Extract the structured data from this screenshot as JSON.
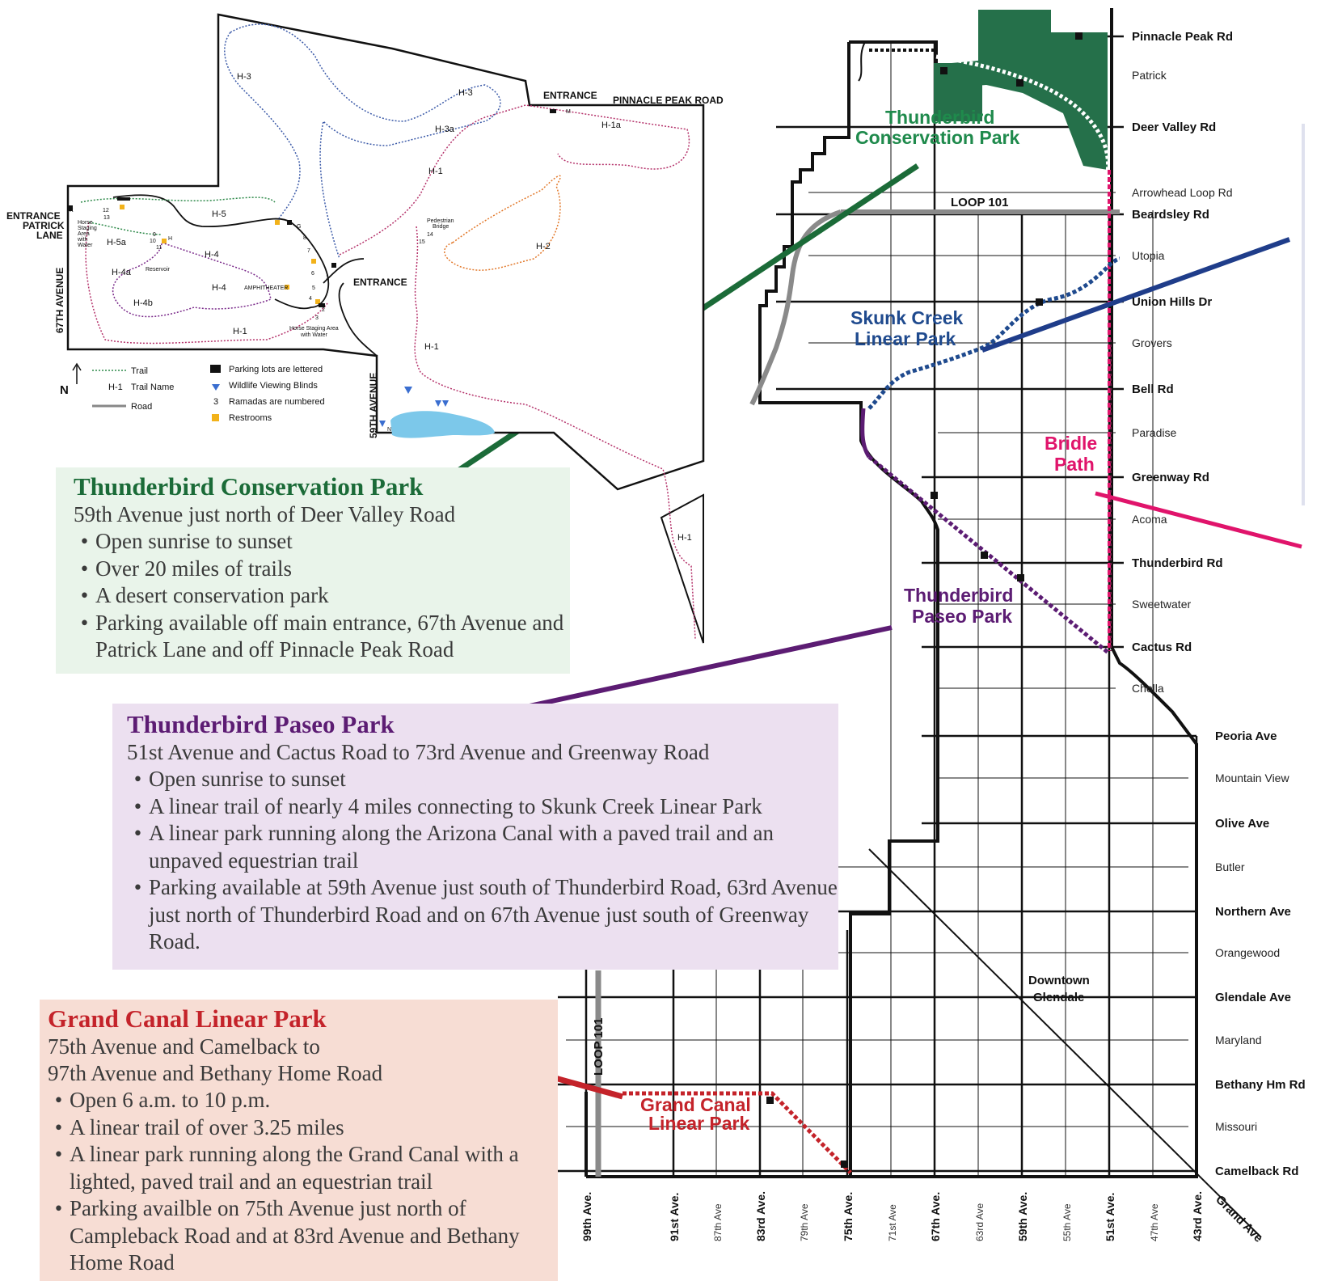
{
  "colors": {
    "conservation_green": "#1b6b38",
    "conservation_fill": "#25704a",
    "paseo_purple": "#5c1c73",
    "skunk_blue": "#1f4a8e",
    "bridle_pink": "#e0146b",
    "grand_canal_red": "#c4232a",
    "loop101_gray": "#8a8a8a",
    "trail_h1": "#b5336b",
    "trail_h2": "#e2782a",
    "trail_h3": "#3b5aa8",
    "trail_h4": "#7a2a8a",
    "trail_h5": "#2e8a4a",
    "reservoir_blue": "#7cc8ea",
    "box_green_bg": "#e9f4ea",
    "box_purple_bg": "#ece0f0",
    "box_red_bg": "#f7ddd4"
  },
  "roads_east": [
    {
      "label": "Pinnacle Peak Rd",
      "major": true
    },
    {
      "label": "Patrick",
      "major": false
    },
    {
      "label": "Deer Valley Rd",
      "major": true
    },
    {
      "label": "Arrowhead Loop Rd",
      "major": false
    },
    {
      "label": "Beardsley Rd",
      "major": true
    },
    {
      "label": "Utopia",
      "major": false
    },
    {
      "label": "Union Hills Dr",
      "major": true
    },
    {
      "label": "Grovers",
      "major": false
    },
    {
      "label": "Bell Rd",
      "major": true
    },
    {
      "label": "Paradise",
      "major": false
    },
    {
      "label": "Greenway Rd",
      "major": true
    },
    {
      "label": "Acoma",
      "major": false
    },
    {
      "label": "Thunderbird Rd",
      "major": true
    },
    {
      "label": "Sweetwater",
      "major": false
    },
    {
      "label": "Cactus Rd",
      "major": true
    },
    {
      "label": "Cholla",
      "major": false
    },
    {
      "label": "Peoria Ave",
      "major": true
    },
    {
      "label": "Mountain View",
      "major": false
    },
    {
      "label": "Olive Ave",
      "major": true
    },
    {
      "label": "Butler",
      "major": false
    },
    {
      "label": "Northern Ave",
      "major": true
    },
    {
      "label": "Orangewood",
      "major": false
    },
    {
      "label": "Glendale Ave",
      "major": true
    },
    {
      "label": "Maryland",
      "major": false
    },
    {
      "label": "Bethany Hm Rd",
      "major": true
    },
    {
      "label": "Missouri",
      "major": false
    },
    {
      "label": "Camelback Rd",
      "major": true
    }
  ],
  "avenues": [
    {
      "label": "99th Ave.",
      "major": true
    },
    {
      "label": "91st Ave.",
      "major": true
    },
    {
      "label": "87th Ave",
      "major": false
    },
    {
      "label": "83rd Ave.",
      "major": true
    },
    {
      "label": "79th Ave",
      "major": false
    },
    {
      "label": "75th Ave.",
      "major": true
    },
    {
      "label": "71st Ave",
      "major": false
    },
    {
      "label": "67th Ave.",
      "major": true
    },
    {
      "label": "63rd Ave",
      "major": false
    },
    {
      "label": "59th Ave.",
      "major": true
    },
    {
      "label": "55th Ave",
      "major": false
    },
    {
      "label": "51st Ave.",
      "major": true
    },
    {
      "label": "47th Ave",
      "major": false
    },
    {
      "label": "43rd Ave.",
      "major": true
    }
  ],
  "map_labels": {
    "loop101_top": "LOOP 101",
    "loop101_side": "LOOP 101",
    "grand_ave": "Grand Ave",
    "downtown_line1": "Downtown",
    "downtown_line2": "Glendale",
    "tcp_line1": "Thunderbird",
    "tcp_line2": "Conservation Park",
    "skunk_line1": "Skunk Creek",
    "skunk_line2": "Linear Park",
    "bridle_line1": "Bridle",
    "bridle_line2": "Path",
    "paseo_line1": "Thunderbird",
    "paseo_line2": "Paseo Park",
    "canal_line1": "Grand Canal",
    "canal_line2": "Linear Park"
  },
  "inset": {
    "entrance_north": "ENTRANCE",
    "pinnacle_peak_road": "PINNACLE PEAK ROAD",
    "entrance_east": "ENTRANCE",
    "entrance_west_1": "ENTRANCE",
    "entrance_west_2": "PATRICK",
    "entrance_west_3": "LANE",
    "ave_67th": "67TH AVENUE",
    "ave_59th": "59TH AVENUE",
    "amphitheater": "AMPHITHEATER",
    "reservoir": "Reservoir",
    "pedestrian_bridge_1": "Pedestrian",
    "pedestrian_bridge_2": "Bridge",
    "horse_staging_1": "Horse Staging Area",
    "horse_staging_2": "with Water",
    "horse_staging_west_1": "Horse",
    "horse_staging_west_2": "Staging",
    "horse_staging_west_3": "Area",
    "horse_staging_west_4": "with",
    "horse_staging_west_5": "Water",
    "trails": {
      "h1a": "H-1a",
      "h1_n": "H-1",
      "h1_s": "H-1",
      "h1_e": "H-1",
      "h1_se": "H-1",
      "h2": "H-2",
      "h3_w": "H-3",
      "h3_e": "H-3",
      "h3a": "H-3a",
      "h4_n": "H-4",
      "h4_s": "H-4",
      "h4a": "H-4a",
      "h4b": "H-4b",
      "h5": "H-5",
      "h5a": "H-5a"
    },
    "ramadas": [
      "12",
      "13",
      "9",
      "10",
      "11",
      "8",
      "7",
      "6",
      "5",
      "4",
      "3",
      "2",
      "1",
      "14",
      "15"
    ],
    "parking_letters": [
      "K",
      "M",
      "G",
      "H",
      "N"
    ],
    "north_arrow": "N",
    "legend": {
      "trail": "Trail",
      "trail_name_code": "H-1",
      "trail_name": "Trail Name",
      "road": "Road",
      "parking_symbol": "K",
      "parking": "Parking lots are lettered",
      "wildlife": "Wildlife Viewing Blinds",
      "ramada_symbol": "3",
      "ramadas": "Ramadas are numbered",
      "restrooms": "Restrooms"
    }
  },
  "boxes": {
    "tcp": {
      "title": "Thunderbird Conservation Park",
      "location": "59th Avenue just north of Deer Valley Road",
      "bullets": [
        "Open sunrise to sunset",
        "Over 20 miles of trails",
        "A desert conservation park",
        "Parking available off main entrance, 67th Avenue and Patrick Lane and off Pinnacle Peak Road"
      ]
    },
    "tpp": {
      "title": "Thunderbird Paseo Park",
      "location": "51st Avenue and Cactus Road to 73rd Avenue and Greenway Road",
      "bullets": [
        "Open sunrise to sunset",
        "A linear trail of nearly 4 miles connecting to Skunk Creek Linear Park",
        "A linear park running along the Arizona Canal with a paved trail and an unpaved equestrian trail",
        "Parking available at 59th Avenue just south of Thunderbird Road, 63rd Avenue just north of Thunderbird Road and on 67th Avenue just south of Greenway Road."
      ]
    },
    "gcl": {
      "title": "Grand Canal Linear Park",
      "location_1": "75th Avenue and Camelback to",
      "location_2": "97th Avenue and Bethany Home Road",
      "bullets": [
        "Open 6 a.m. to 10 p.m.",
        "A linear trail of over 3.25 miles",
        "A linear park running along the Grand Canal with a lighted, paved trail and an equestrian trail",
        "Parking availble on 75th Avenue just north of Campleback Road and at 83rd Avenue and Bethany Home Road"
      ]
    }
  }
}
